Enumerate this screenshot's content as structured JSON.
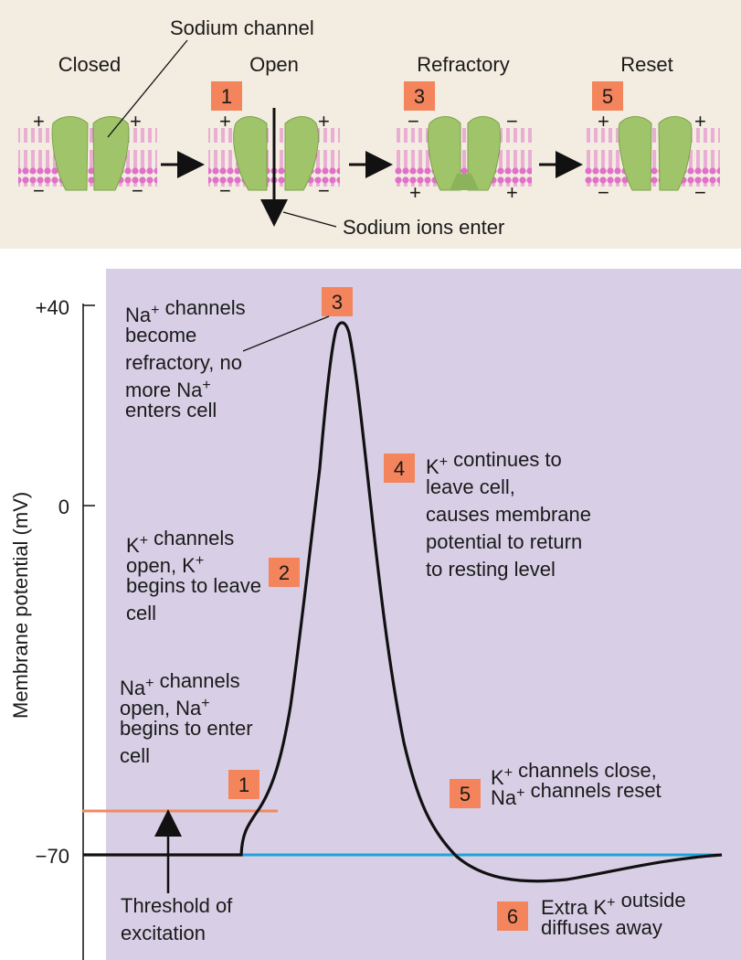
{
  "channel_diagram": {
    "sodium_channel_label": "Sodium channel",
    "sodium_ions_label": "Sodium ions enter",
    "stages": [
      {
        "label": "Closed",
        "badge": "",
        "top_signs": [
          "+",
          "+"
        ],
        "bottom_signs": [
          "−",
          "−"
        ]
      },
      {
        "label": "Open",
        "badge": "1",
        "top_signs": [
          "+",
          "+"
        ],
        "bottom_signs": [
          "−",
          "−"
        ]
      },
      {
        "label": "Refractory",
        "badge": "3",
        "top_signs": [
          "−",
          "−"
        ],
        "bottom_signs": [
          "+",
          "+"
        ]
      },
      {
        "label": "Reset",
        "badge": "5",
        "top_signs": [
          "+",
          "+"
        ],
        "bottom_signs": [
          "−",
          "−"
        ]
      }
    ]
  },
  "graph": {
    "axis_title": "Membrane potential (mV)",
    "ticks": [
      "+40",
      "0",
      "−70"
    ],
    "threshold_label": [
      "Threshold of",
      "excitation"
    ],
    "annotations": [
      {
        "badge": "1",
        "lines": [
          "Na+ channels",
          "open, Na+",
          "begins to enter",
          "cell"
        ]
      },
      {
        "badge": "2",
        "lines": [
          "K+ channels",
          "open, K+",
          "begins to leave",
          "cell"
        ]
      },
      {
        "badge": "3",
        "lines": [
          "Na+ channels",
          "become",
          "refractory, no",
          "more Na+",
          "enters cell"
        ]
      },
      {
        "badge": "4",
        "lines": [
          "K+ continues to",
          "leave cell,",
          "causes membrane",
          "potential to return",
          "to resting level"
        ]
      },
      {
        "badge": "5",
        "lines": [
          "K+ channels close,",
          "Na+ channels reset"
        ]
      },
      {
        "badge": "6",
        "lines": [
          "Extra K+ outside",
          "diffuses away"
        ]
      }
    ]
  },
  "colors": {
    "top_background": "#f3ece1",
    "graph_background": "#d8cfe6",
    "badge": "#f3845c",
    "membrane": "#e070c8",
    "channel": "#9fc46a",
    "threshold_line": "#f08a60",
    "resting_line": "#1fa3d8",
    "curve": "#111111"
  }
}
